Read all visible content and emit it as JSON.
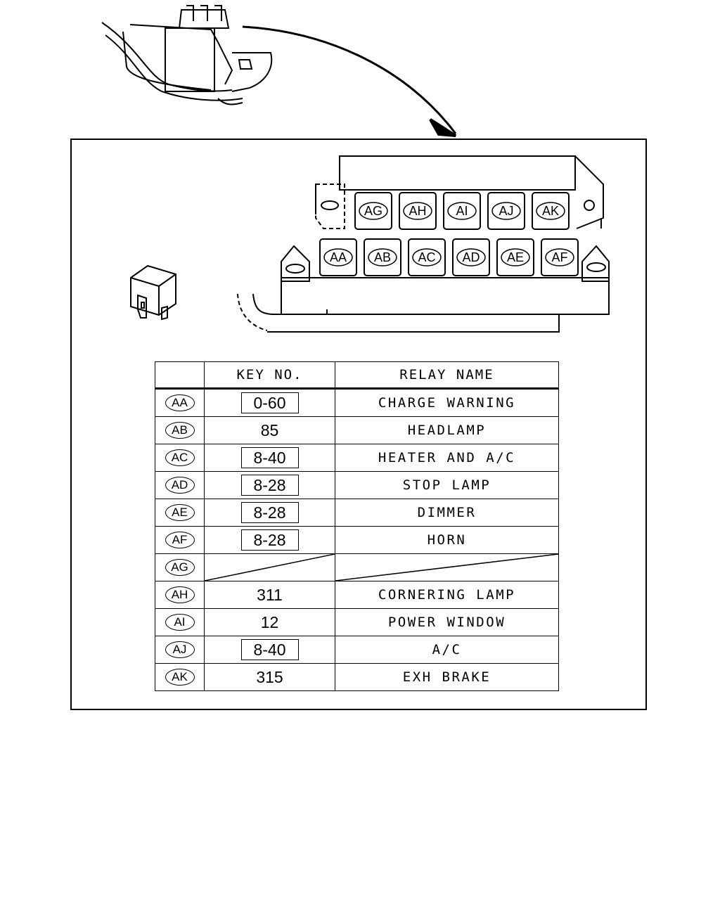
{
  "table": {
    "header_key": "KEY NO.",
    "header_name": "RELAY NAME",
    "rows": [
      {
        "id": "AA",
        "key": "0-60",
        "boxed": true,
        "name": "CHARGE WARNING"
      },
      {
        "id": "AB",
        "key": "85",
        "boxed": false,
        "name": "HEADLAMP"
      },
      {
        "id": "AC",
        "key": "8-40",
        "boxed": true,
        "name": "HEATER AND A/C"
      },
      {
        "id": "AD",
        "key": "8-28",
        "boxed": true,
        "name": "STOP LAMP"
      },
      {
        "id": "AE",
        "key": "8-28",
        "boxed": true,
        "name": "DIMMER"
      },
      {
        "id": "AF",
        "key": "8-28",
        "boxed": true,
        "name": "HORN"
      },
      {
        "id": "AG",
        "key": "",
        "boxed": false,
        "name": ""
      },
      {
        "id": "AH",
        "key": "311",
        "boxed": false,
        "name": "CORNERING LAMP"
      },
      {
        "id": "AI",
        "key": "12",
        "boxed": false,
        "name": "POWER WINDOW"
      },
      {
        "id": "AJ",
        "key": "8-40",
        "boxed": true,
        "name": "A/C"
      },
      {
        "id": "AK",
        "key": "315",
        "boxed": false,
        "name": "EXH BRAKE"
      }
    ]
  },
  "block": {
    "top_row": [
      "AG",
      "AH",
      "AI",
      "AJ",
      "AK"
    ],
    "bottom_row": [
      "AA",
      "AB",
      "AC",
      "AD",
      "AE",
      "AF"
    ]
  }
}
